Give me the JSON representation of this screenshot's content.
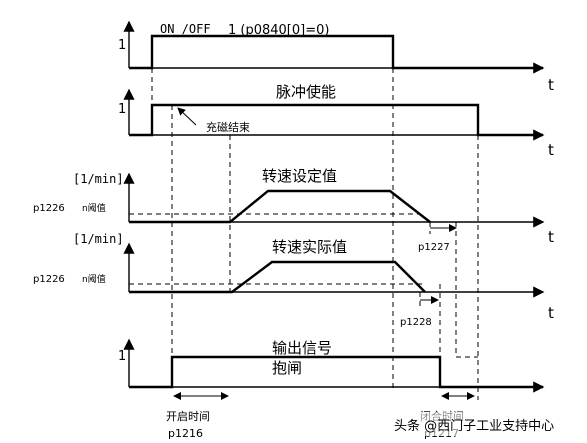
{
  "rows": {
    "on_off": {
      "level": "1",
      "label": "ON /OFF",
      "param": "1 (p0840[0]=0)",
      "axis": "t"
    },
    "pulse": {
      "level": "1",
      "label": "脉冲使能",
      "annotation": "充磁结束",
      "axis": "t"
    },
    "setpoint": {
      "unit": "[1/min]",
      "label": "转速设定值",
      "param": "p1226",
      "sub": "n阈值",
      "axis": "t",
      "ramp_param": "p1227"
    },
    "actual": {
      "unit": "[1/min]",
      "label": "转速实际值",
      "param": "p1226",
      "sub": "n阈值",
      "axis": "t",
      "delay_param": "p1228"
    },
    "brake": {
      "level": "1",
      "label": "输出信号",
      "label2": "抱闸",
      "axis": "t",
      "open_label": "开启时间",
      "open_param": "p1216",
      "close_label": "闭合时间",
      "close_param": "p1217"
    }
  },
  "watermark": "头条 @西门子工业支持中心"
}
